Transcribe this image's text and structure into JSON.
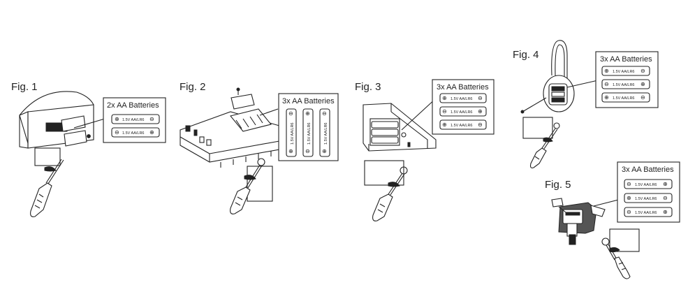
{
  "figures": [
    {
      "label": "Fig. 1",
      "battery_box_title": "2x AA Batteries",
      "cells": [
        "1.5V AA/LR6",
        "1.5V AA/LR6"
      ]
    },
    {
      "label": "Fig. 2",
      "battery_box_title": "3x AA Batteries",
      "cells": [
        "1.5V AA/LR6",
        "1.5V AA/LR6",
        "1.5V AA/LR6"
      ]
    },
    {
      "label": "Fig. 3",
      "battery_box_title": "3x AA Batteries",
      "cells": [
        "1.5V AA/LR6",
        "1.5V AA/LR6",
        "1.5V AA/LR6"
      ]
    },
    {
      "label": "Fig. 4",
      "battery_box_title": "3x AA Batteries",
      "cells": [
        "1.5V AA/LR6",
        "1.5V AA/LR6",
        "1.5V AA/LR6"
      ]
    },
    {
      "label": "Fig. 5",
      "battery_box_title": "3x AA Batteries",
      "cells": [
        "1.5V AA/LR6",
        "1.5V AA/LR6",
        "1.5V AA/LR6"
      ]
    }
  ],
  "icons": [
    "screwdriver-icon",
    "battery-cover-icon",
    "screw-icon",
    "headset-icon"
  ]
}
